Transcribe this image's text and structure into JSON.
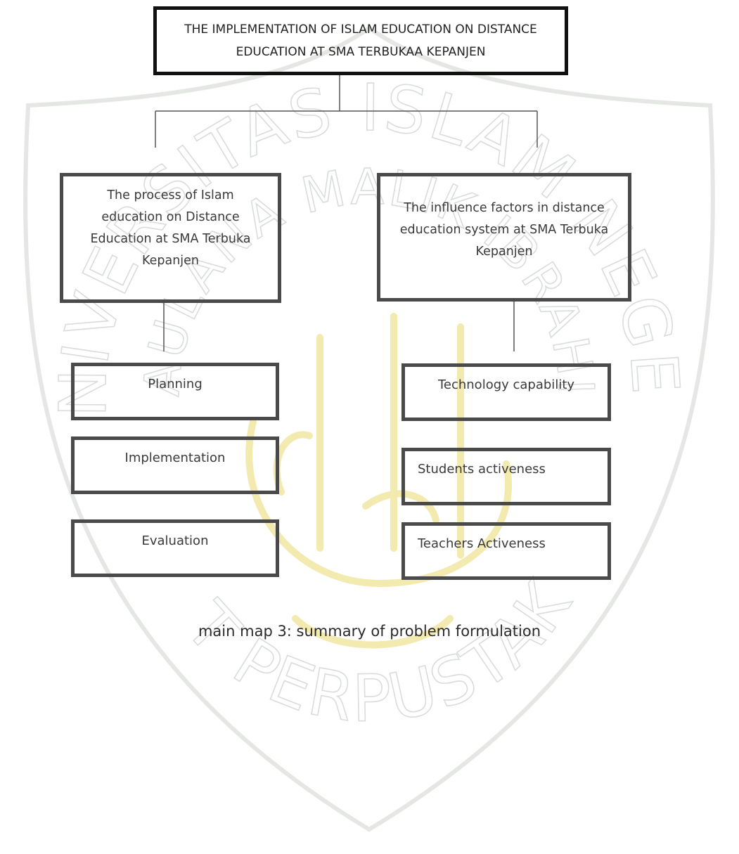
{
  "title": "THE IMPLEMENTATION OF ISLAM EDUCATION ON DISTANCE EDUCATION AT SMA TERBUKAA KEPANJEN",
  "left_branch": {
    "label": "The process of Islam education on Distance Education at SMA Terbuka Kepanjen",
    "items": [
      "Planning",
      "Implementation",
      "Evaluation"
    ]
  },
  "right_branch": {
    "label": "The influence factors in distance education system at SMA Terbuka Kepanjen",
    "items": [
      "Technology capability",
      "Students activeness",
      "Teachers Activeness"
    ]
  },
  "caption": "main map 3: summary of  problem formulation",
  "colors": {
    "box_border": "#4a4a4a",
    "title_border": "#111111",
    "connector": "#555555",
    "watermark_outline": "#d9ddd9",
    "watermark_emblem": "#f6efb8"
  }
}
